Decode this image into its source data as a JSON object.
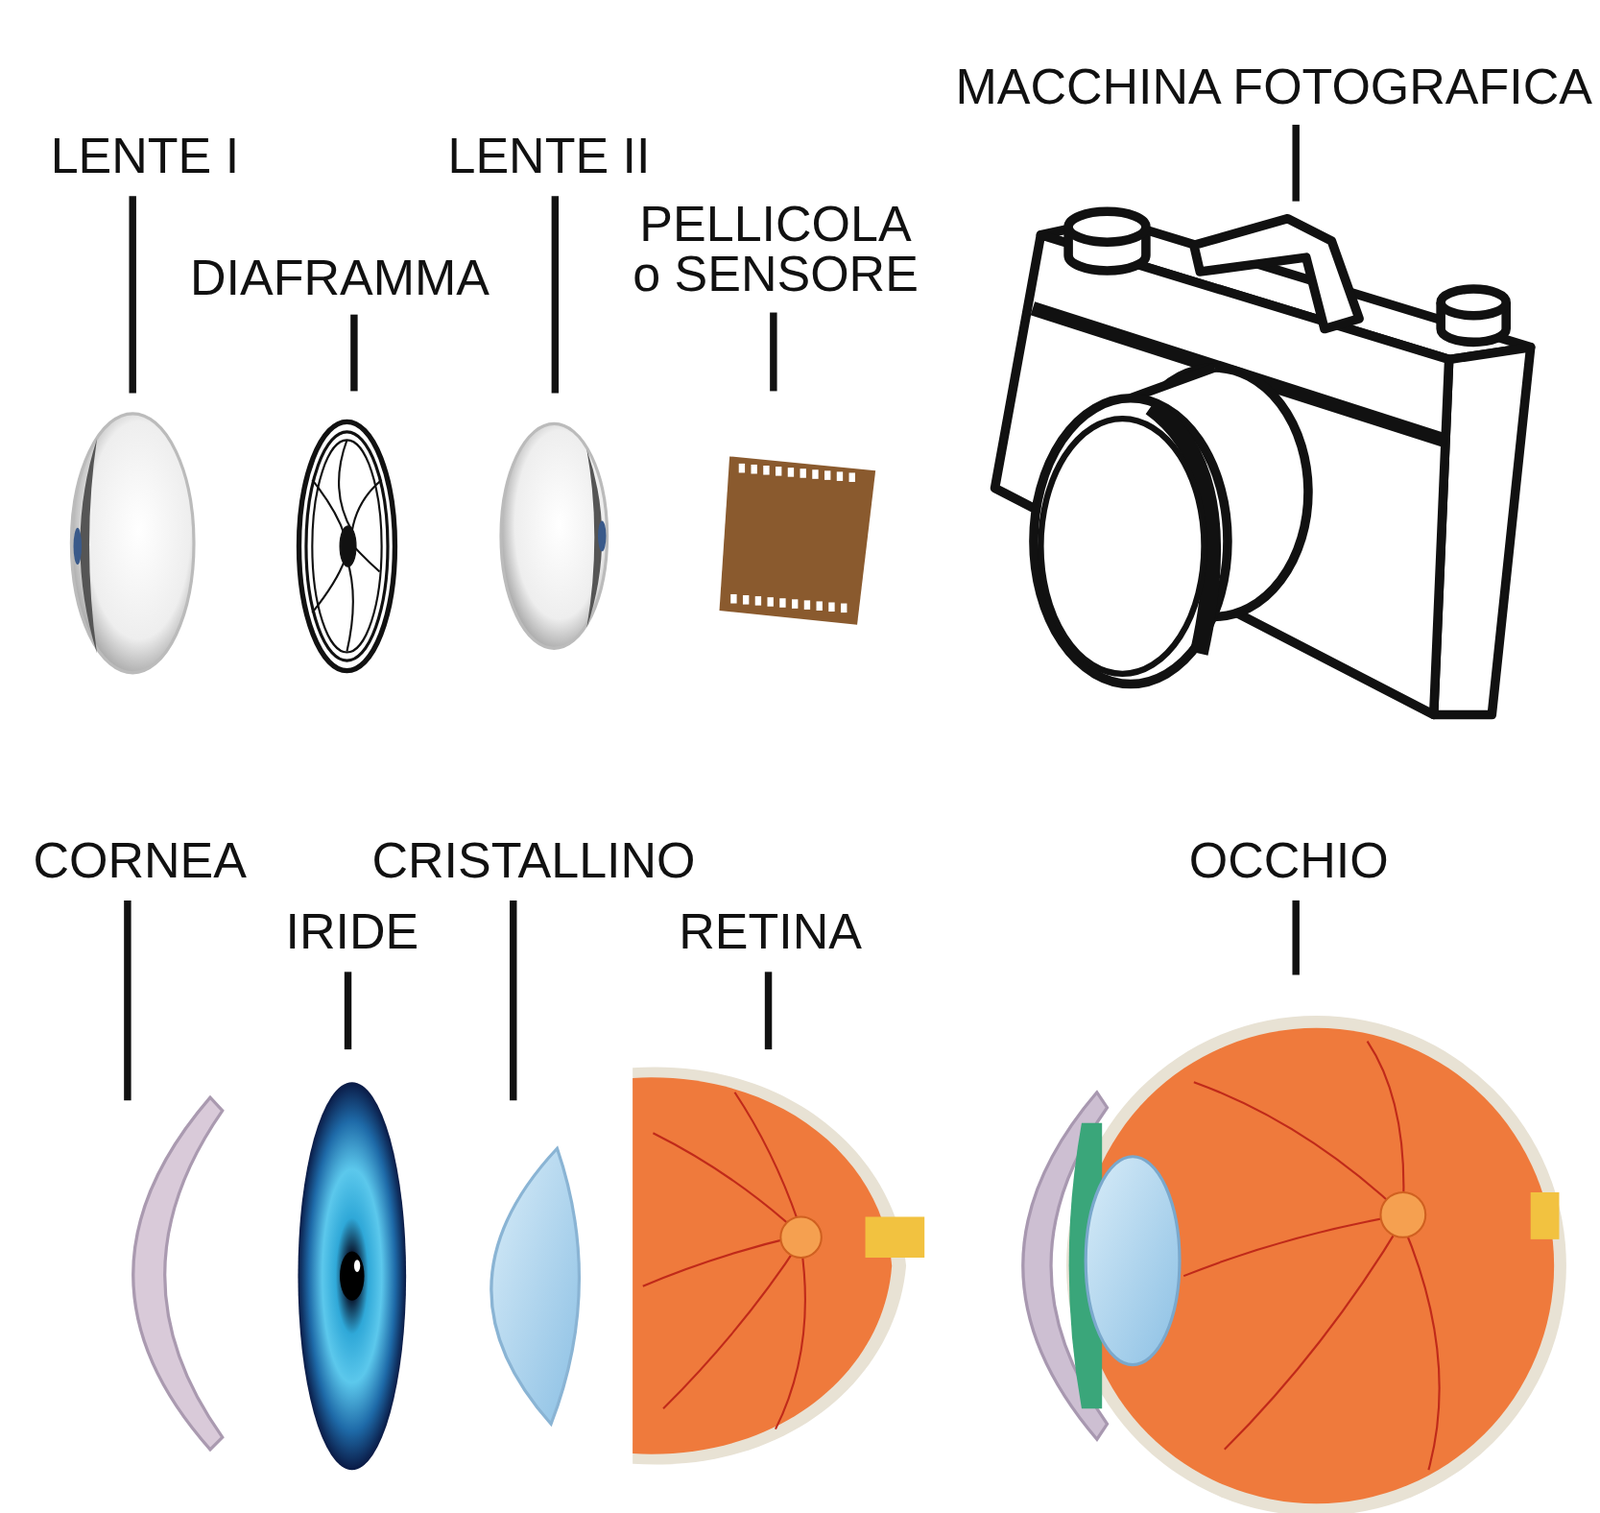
{
  "diagram": {
    "labels": [
      "LENTE I",
      "DIAFRAMMA",
      "LENTE II",
      "PELLICOLA o SENSORE",
      "MACCHINA FOTOGRAFICA",
      "CORNEA",
      "IRIDE",
      "CRISTALLINO",
      "RETINA",
      "OCCHIO"
    ]
  }
}
